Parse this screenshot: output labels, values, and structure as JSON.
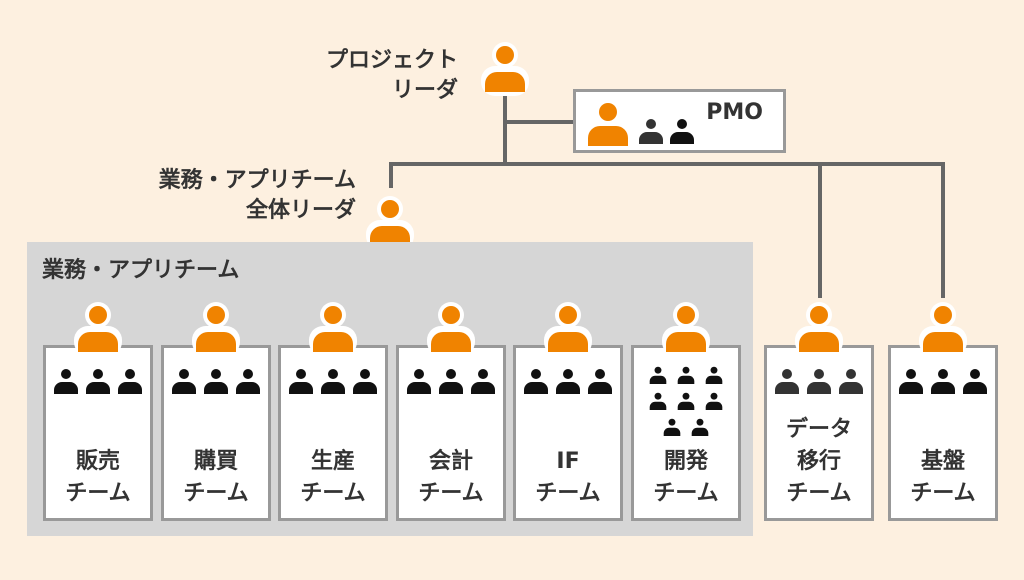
{
  "colors": {
    "background": "#fdf0e0",
    "leader": "#f08300",
    "member": "#111111",
    "line": "#666666",
    "group": "#d6d6d6",
    "card_border": "#999999"
  },
  "project_leader": {
    "label_line1": "プロジェクト",
    "label_line2": "リーダ",
    "icon": "leader-person-icon"
  },
  "pmo": {
    "label": "PMO",
    "leaders": 1,
    "members": 2
  },
  "app_leader": {
    "label_line1": "業務・アプリチーム",
    "label_line2": "全体リーダ",
    "icon": "leader-person-icon"
  },
  "app_group": {
    "title": "業務・アプリチーム"
  },
  "teams": [
    {
      "line1": "販売",
      "line2": "チーム",
      "members": 3,
      "in_group": true
    },
    {
      "line1": "購買",
      "line2": "チーム",
      "members": 3,
      "in_group": true
    },
    {
      "line1": "生産",
      "line2": "チーム",
      "members": 3,
      "in_group": true
    },
    {
      "line1": "会計",
      "line2": "チーム",
      "members": 3,
      "in_group": true
    },
    {
      "line1": "IF",
      "line2": "チーム",
      "members": 3,
      "in_group": true
    },
    {
      "line1": "開発",
      "line2": "チーム",
      "members": 8,
      "in_group": true
    },
    {
      "line1": "データ",
      "line1b": "移行",
      "line2": "チーム",
      "members": 3,
      "in_group": false
    },
    {
      "line1": "基盤",
      "line2": "チーム",
      "members": 3,
      "in_group": false
    }
  ]
}
